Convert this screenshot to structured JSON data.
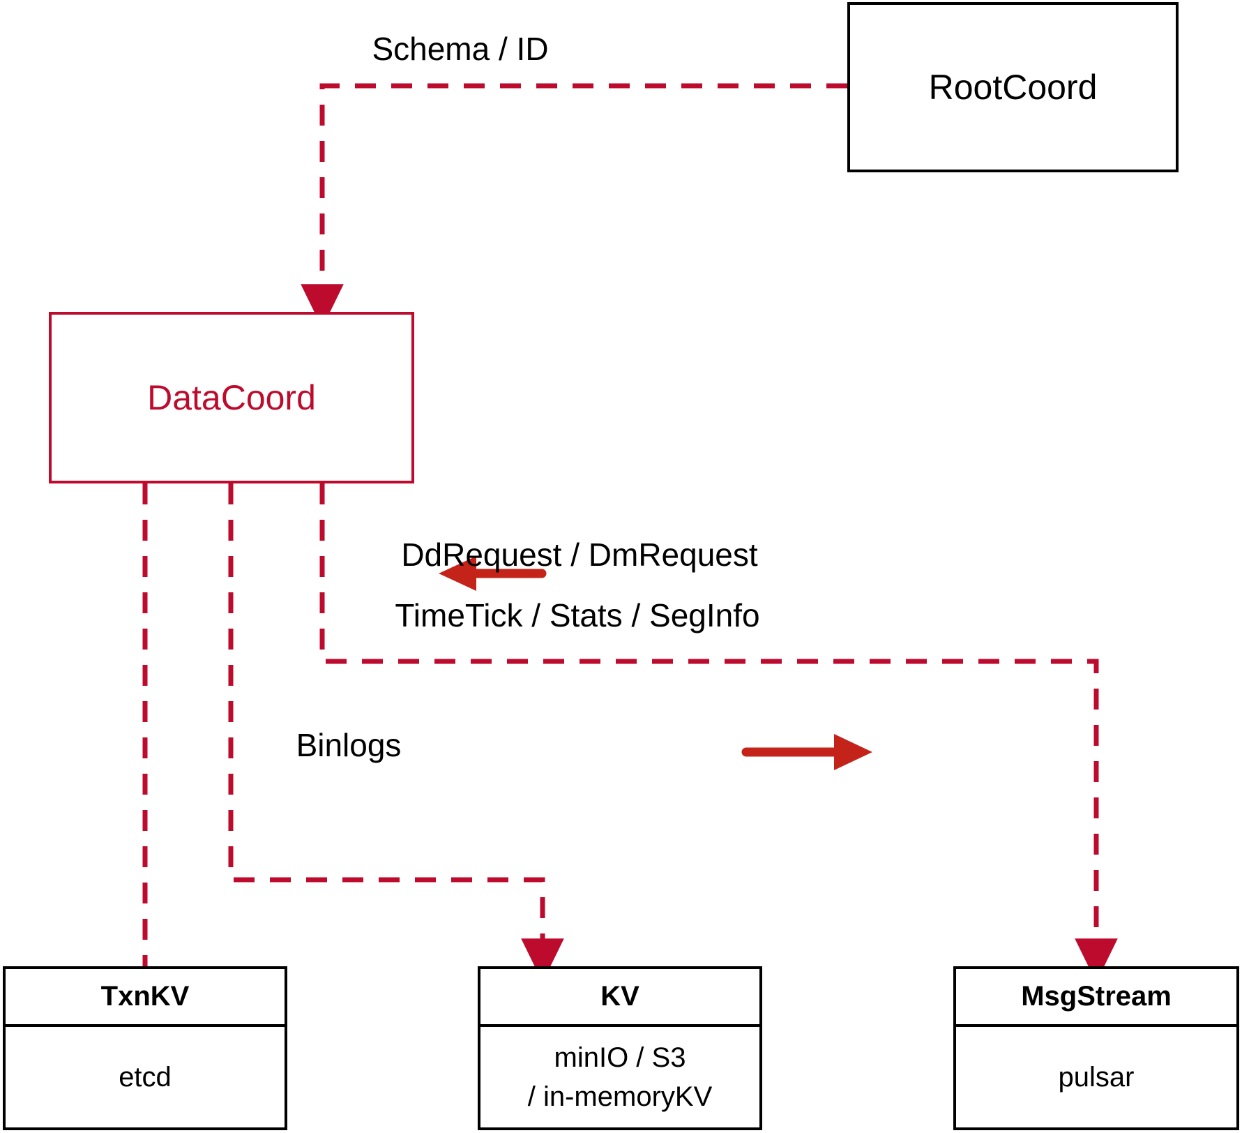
{
  "diagram": {
    "title": "DataCoord architecture",
    "colors": {
      "accent_red": "#bd0b2e",
      "arrow_red": "#c4231a",
      "box_black": "#000000",
      "background": "#ffffff"
    }
  },
  "nodes": {
    "rootcoord": {
      "title": "RootCoord"
    },
    "datacoord": {
      "title": "DataCoord"
    },
    "txnkv": {
      "title": "TxnKV",
      "body": [
        "etcd"
      ]
    },
    "kv": {
      "title": "KV",
      "body": [
        "minIO / S3",
        "/ in-memoryKV"
      ]
    },
    "msgstream": {
      "title": "MsgStream",
      "body": [
        "pulsar"
      ]
    }
  },
  "edge_labels": {
    "schema_id": "Schema / ID",
    "dd_dm_request": "DdRequest / DmRequest",
    "timetick_stats_seginfo": "TimeTick / Stats / SegInfo",
    "binlogs": "Binlogs"
  },
  "edges": [
    {
      "name": "rootcoord-to-datacoord",
      "label": "Schema / ID",
      "style": "dashed",
      "arrow": "datacoord-top"
    },
    {
      "name": "datacoord-to-msgstream",
      "label": "DdRequest / DmRequest + TimeTick / Stats / SegInfo",
      "style": "dashed",
      "arrow": "msgstream-top"
    },
    {
      "name": "datacoord-to-kv",
      "label": "Binlogs",
      "style": "dashed",
      "arrow": "kv-top"
    },
    {
      "name": "datacoord-to-txnkv",
      "label": "",
      "style": "dashed",
      "arrow": "none"
    },
    {
      "name": "inbound-request-arrow",
      "label": "DdRequest / DmRequest",
      "style": "solid",
      "arrow": "left"
    },
    {
      "name": "outbound-stats-arrow",
      "label": "TimeTick / Stats / SegInfo",
      "style": "solid",
      "arrow": "right"
    }
  ]
}
